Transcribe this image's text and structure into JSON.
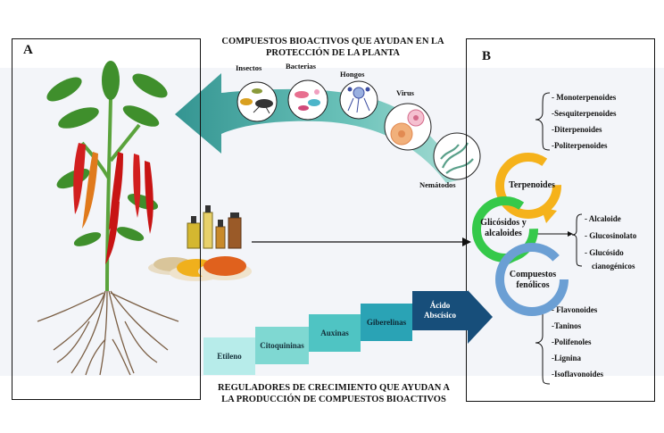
{
  "panel_a": {
    "label": "A"
  },
  "panel_b": {
    "label": "B"
  },
  "top_title": {
    "line1": "COMPUESTOS BIOACTIVOS QUE AYUDAN EN LA",
    "line2": "PROTECCIÓN DE LA PLANTA"
  },
  "bottom_title": {
    "line1": "REGULADORES DE CRECIMIENTO QUE AYUDAN A",
    "line2": "LA PRODUCCIÓN DE COMPUESTOS BIOACTIVOS"
  },
  "pathogens": [
    "Insectos",
    "Bacterias",
    "Hongos",
    "Virus",
    "Nemátodos"
  ],
  "cycle": {
    "terpenoids": "Terpenoides",
    "glycosides_l1": "Glicósidos y",
    "glycosides_l2": "alcaloides",
    "phenolics_l1": "Compuestos",
    "phenolics_l2": "fenólicos"
  },
  "terpenoid_list": [
    "- Monoterpenoides",
    "-Sesquiterpenoides",
    "-Diterpenoides",
    "-Politerpenoides"
  ],
  "alkaloid_list": [
    "- Alcaloide",
    "- Glucosinolato",
    "- Glucósido",
    "cianogénicos"
  ],
  "phenolic_list": [
    "- Flavonoides",
    "-Taninos",
    "-Polifenoles",
    "-Lignina",
    "-Isoflavonoides"
  ],
  "regulators": [
    "Etileno",
    "Citoquininas",
    "Auxinas",
    "Giberelinas",
    "Ácido",
    "Abscísico"
  ],
  "colors": {
    "terpenoid_ring": "#f5b21b",
    "glycoside_ring": "#35c94a",
    "phenolic_ring": "#6b9fd4",
    "step_colors": [
      "#b7ecea",
      "#7fd8d2",
      "#4fc4c3",
      "#2aa3b5",
      "#1d7c9a",
      "#174e7a"
    ]
  }
}
